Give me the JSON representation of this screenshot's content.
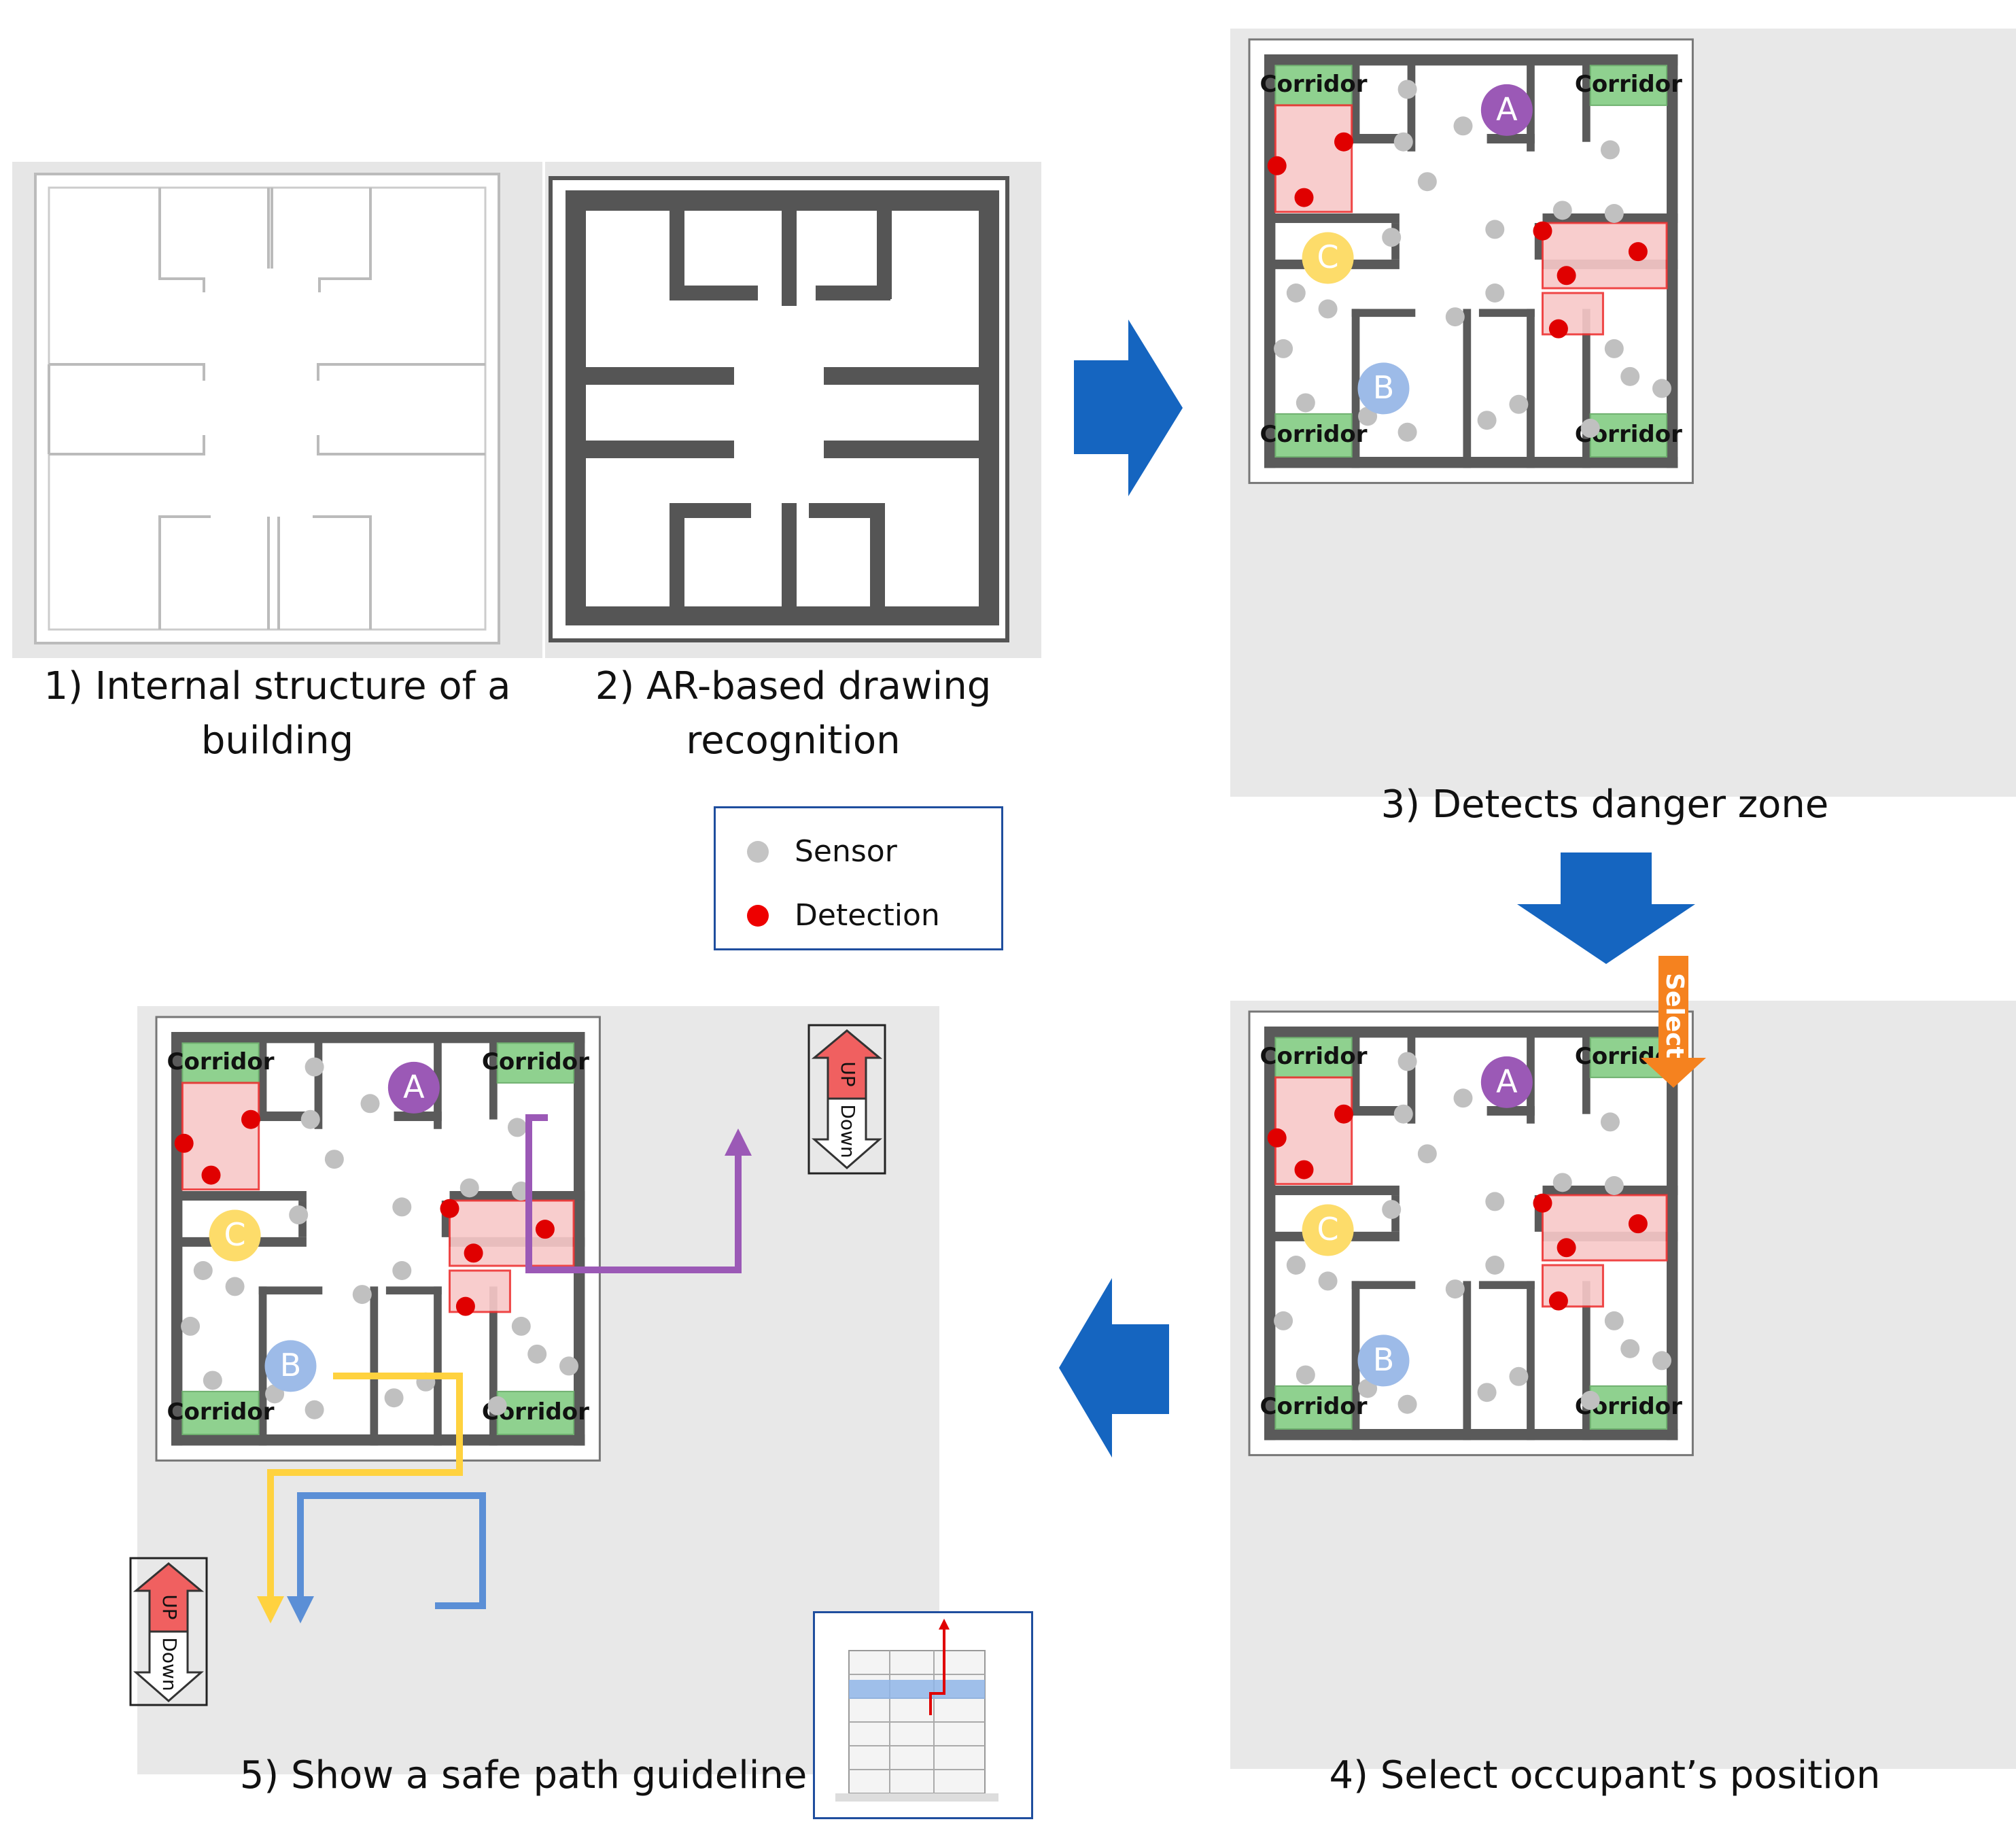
{
  "captions": {
    "step1_line1": "1) Internal structure of a",
    "step1_line2": "building",
    "step2_line1": "2) AR-based drawing",
    "step2_line2": "recognition",
    "step3": "3) Detects danger zone",
    "step4": "4) Select occupant’s position",
    "step5": "5) Show a safe path guideline"
  },
  "legend": {
    "sensor": "Sensor",
    "detection": "Detection"
  },
  "labels": {
    "corridor": "Corridor",
    "occupant_a": "A",
    "occupant_b": "B",
    "occupant_c": "C",
    "select": "Select",
    "up": "UP",
    "down": "Down"
  },
  "colors": {
    "arrow_blue": "#1565c0",
    "corridor_green": "#8fd18f",
    "danger_pink": "#f8c8c8",
    "danger_red": "#e00000",
    "sensor_gray": "#c0c0c0",
    "wall_dark": "#5a5a5a",
    "occupant_a": "#9b59b6",
    "occupant_b": "#9dbbe8",
    "occupant_c": "#fddc6a",
    "path_purple": "#9b59b6",
    "path_yellow": "#ffd23f",
    "path_blue": "#5b8fd6",
    "select_orange": "#f5821f"
  }
}
